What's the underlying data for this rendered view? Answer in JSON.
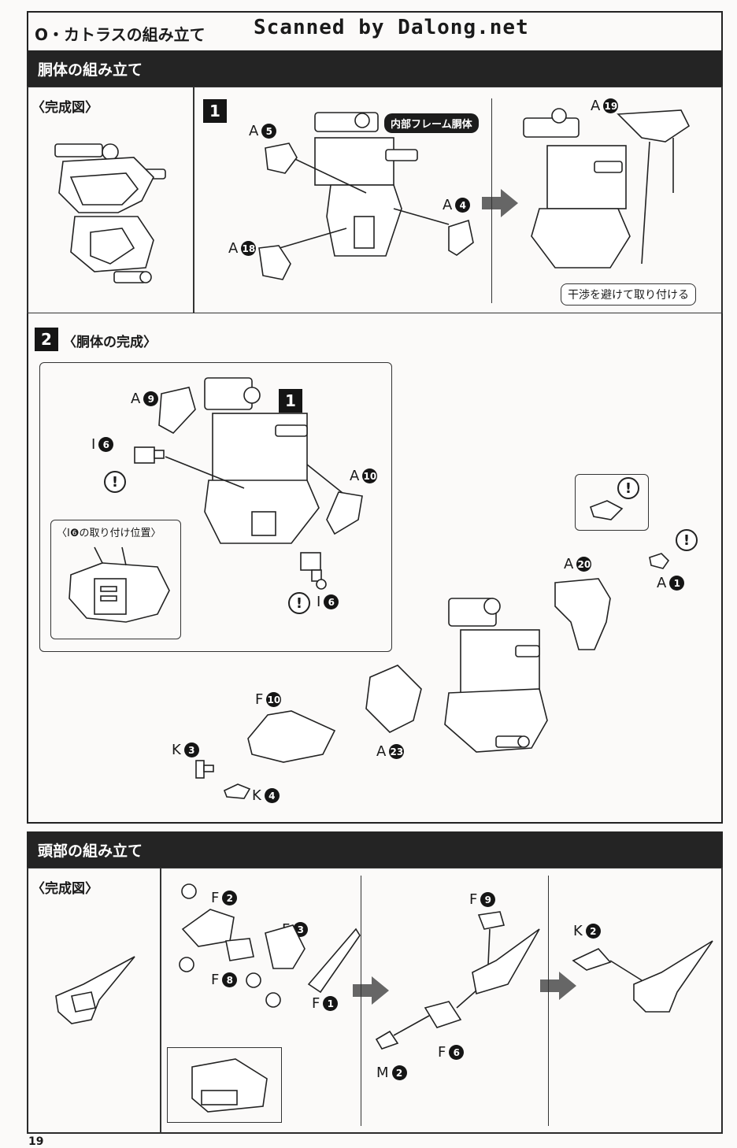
{
  "header": {
    "section_title": "O・カトラスの組み立て",
    "scan_watermark": "Scanned by Dalong.net"
  },
  "torso": {
    "bar_title": "胴体の組み立て",
    "complete_label": "〈完成図〉",
    "step1": {
      "number": "1",
      "frame_tag": "内部フレーム胴体",
      "parts": [
        {
          "letter": "A",
          "num": "5"
        },
        {
          "letter": "A",
          "num": "4"
        },
        {
          "letter": "A",
          "num": "18"
        },
        {
          "letter": "A",
          "num": "19"
        }
      ],
      "note": "干渉を避けて取り付ける"
    },
    "step2": {
      "number": "2",
      "title": "〈胴体の完成〉",
      "ref_step": "1",
      "inset_title": "〈I❻の取り付け位置〉",
      "parts": [
        {
          "letter": "A",
          "num": "9"
        },
        {
          "letter": "I",
          "num": "6"
        },
        {
          "letter": "A",
          "num": "10"
        },
        {
          "letter": "I",
          "num": "6"
        },
        {
          "letter": "A",
          "num": "20"
        },
        {
          "letter": "A",
          "num": "1"
        },
        {
          "letter": "F",
          "num": "10"
        },
        {
          "letter": "K",
          "num": "3"
        },
        {
          "letter": "K",
          "num": "4"
        },
        {
          "letter": "A",
          "num": "23"
        }
      ],
      "warn_symbol": "!"
    }
  },
  "head": {
    "bar_title": "頭部の組み立て",
    "complete_label": "〈完成図〉",
    "parts": [
      {
        "letter": "F",
        "num": "2"
      },
      {
        "letter": "F",
        "num": "3"
      },
      {
        "letter": "F",
        "num": "8"
      },
      {
        "letter": "F",
        "num": "1"
      },
      {
        "letter": "F",
        "num": "9"
      },
      {
        "letter": "M",
        "num": "2"
      },
      {
        "letter": "F",
        "num": "6"
      },
      {
        "letter": "K",
        "num": "2"
      }
    ]
  },
  "footer": {
    "page_number": "19"
  }
}
